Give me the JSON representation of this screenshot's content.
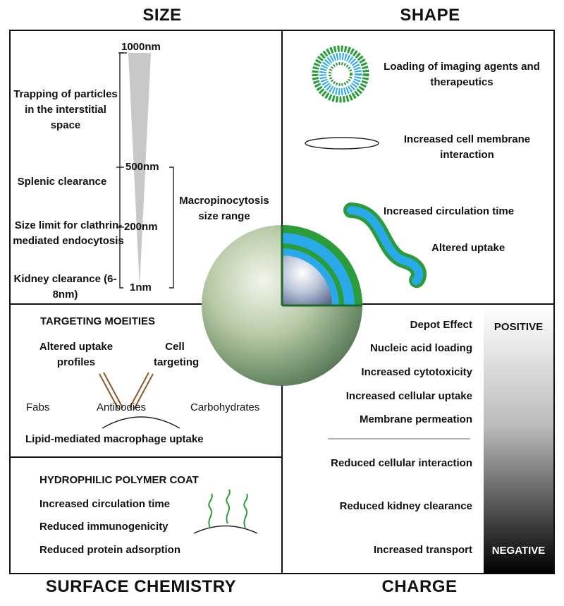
{
  "headings": {
    "size": "SIZE",
    "shape": "SHAPE",
    "surface": "SURFACE CHEMISTRY",
    "charge": "CHARGE"
  },
  "size_panel": {
    "scale": [
      "1000nm",
      "500nm",
      "200nm",
      "1nm"
    ],
    "labels": {
      "trapping": "Trapping of particles in the interstitial space",
      "splenic": "Splenic clearance",
      "clathrin": "Size limit for clathrin-mediated endocytosis",
      "kidney": "Kidney clearance (6-8nm)",
      "macro": "Macropinocytosis size range"
    }
  },
  "shape_panel": {
    "items": [
      "Loading of imaging agents and therapeutics",
      "Increased cell membrane interaction",
      "Increased circulation time",
      "Altered uptake"
    ]
  },
  "targeting_panel": {
    "title": "TARGETING MOEITIES",
    "altered": "Altered uptake profiles",
    "cell": "Cell targeting",
    "fabs": "Fabs",
    "antibodies": "Antibodies",
    "carbs": "Carbohydrates",
    "lipid": "Lipid-mediated macrophage uptake"
  },
  "polymer_panel": {
    "title": "HYDROPHILIC POLYMER COAT",
    "items": [
      "Increased circulation time",
      "Reduced immunogenicity",
      "Reduced protein adsorption"
    ]
  },
  "charge_panel": {
    "positive_label": "POSITIVE",
    "negative_label": "NEGATIVE",
    "positive_items": [
      "Depot Effect",
      "Nucleic acid loading",
      "Increased cytotoxicity",
      "Increased cellular uptake",
      "Membrane permeation"
    ],
    "negative_items": [
      "Reduced cellular interaction",
      "Reduced kidney clearance",
      "Increased transport"
    ]
  },
  "colors": {
    "lipid_green": "#2a9d3a",
    "lipid_blue": "#29a9e8",
    "border": "#111111"
  }
}
